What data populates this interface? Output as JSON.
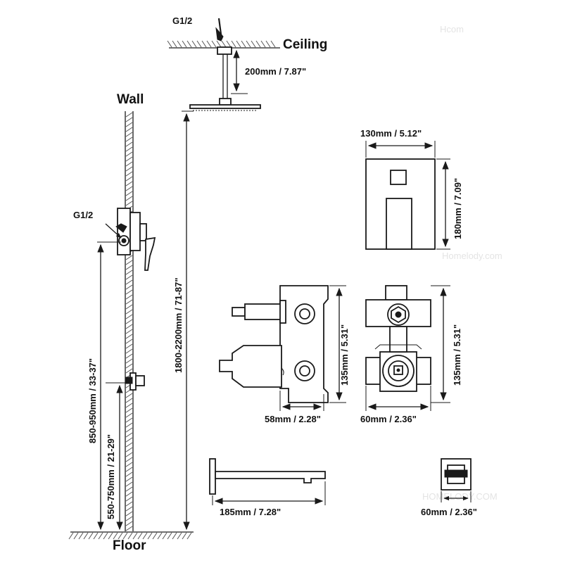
{
  "labels": {
    "ceiling": "Ceiling",
    "wall": "Wall",
    "floor": "Floor",
    "inlet_top": "G1/2",
    "inlet_side": "G1/2"
  },
  "dimensions": {
    "arm_drop": "200mm / 7.87\"",
    "head_height": "1800-2200mm / 71-87\"",
    "valve_height": "850-950mm / 33-37\"",
    "spout_height": "550-750mm / 21-29\"",
    "plate_width": "130mm / 5.12\"",
    "plate_height": "180mm / 7.09\"",
    "valve_side_height": "135mm / 5.31\"",
    "valve_side_depth": "58mm / 2.28\"",
    "valve_front_height": "135mm / 5.31\"",
    "valve_front_width": "60mm / 2.36\"",
    "spout_length": "185mm / 7.28\"",
    "small_plate_width": "60mm / 2.36\""
  }
}
